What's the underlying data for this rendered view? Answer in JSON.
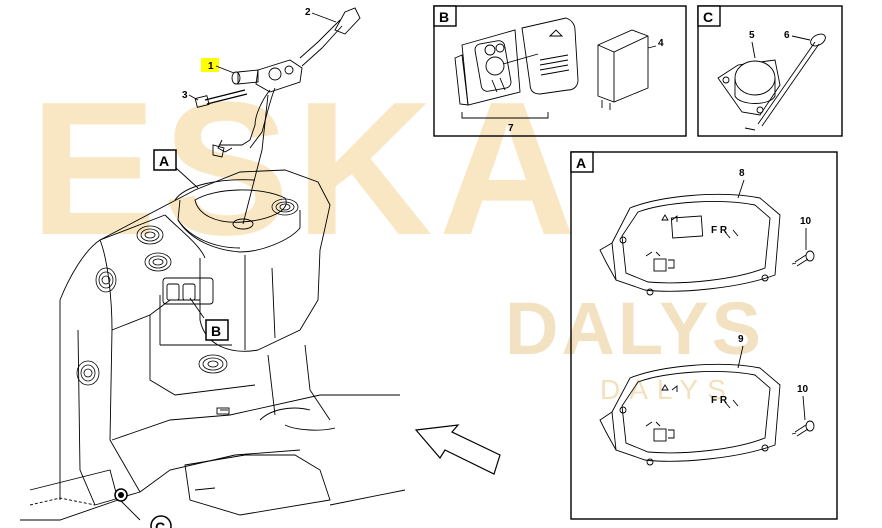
{
  "watermark": {
    "main": "ESKA",
    "secondary": "DALYS",
    "tertiary": "DALYS"
  },
  "callouts": {
    "p1": "1",
    "p2": "2",
    "p3": "3",
    "p4": "4",
    "p5": "5",
    "p6": "6",
    "p7": "7",
    "p8": "8",
    "p9": "9",
    "p10a": "10",
    "p10b": "10"
  },
  "views": {
    "b_box": "B",
    "c_box": "C",
    "a_box": "A",
    "a_main": "A",
    "b_main": "B",
    "c_main": "C"
  },
  "cluster_symbols": {
    "fr_top": "F R",
    "fr_bottom": "F R"
  },
  "colors": {
    "highlight": "#ffff00",
    "watermark": "#f5d9a0",
    "line": "#000000"
  }
}
